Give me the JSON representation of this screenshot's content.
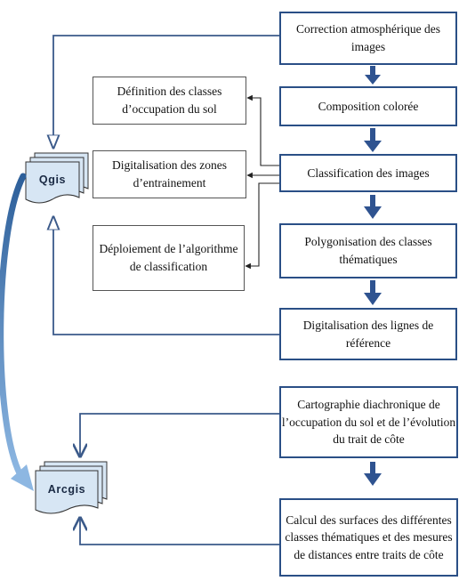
{
  "tools": {
    "qgis": "Qgis",
    "arcgis": "Arcgis"
  },
  "steps": {
    "correction": "Correction atmosphérique des images",
    "composition": "Composition colorée",
    "classification": "Classification des images",
    "polygonisation": "Polygonisation  des classes thématiques",
    "digit_lignes": "Digitalisation des lignes de référence",
    "cartographie": "Cartographie diachronique de l’occupation du sol et de l’évolution du trait de côte",
    "calcul": "Calcul des surfaces des différentes classes thématiques et des mesures de distances entre traits de côte"
  },
  "substeps": {
    "definition": "Définition des classes d’occupation du sol",
    "digit_zones": "Digitalisation des zones d’entrainement",
    "deploiement": "Déploiement de l’algorithme de classification"
  },
  "colors": {
    "box_border": "#2a4f86",
    "arrow_dark": "#2f5390",
    "connector": "#3b5a8a",
    "tool_fill": "#d7e6f4",
    "curved_arrow": "#5a8fc8"
  }
}
